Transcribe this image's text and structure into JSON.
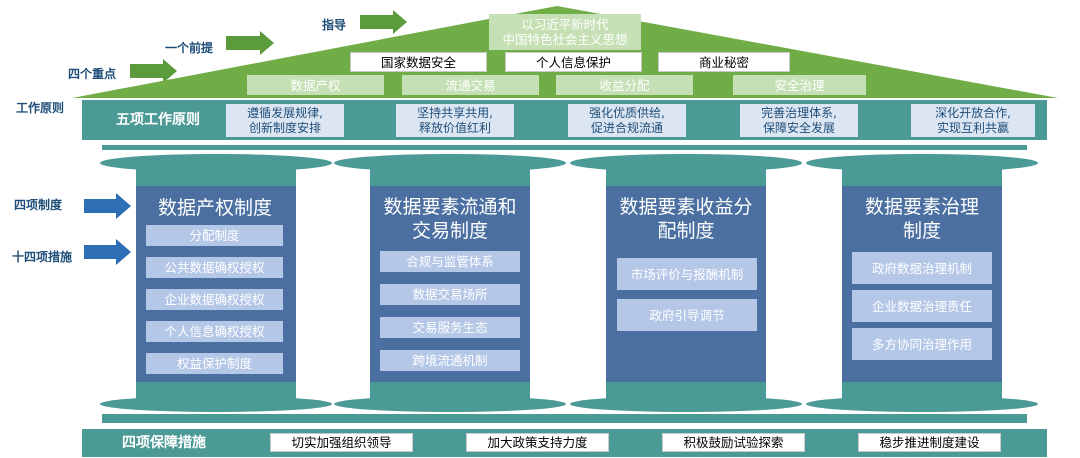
{
  "side_labels": {
    "guide": "指导",
    "premise": "一个前提",
    "focus": "四个重点",
    "principle": "工作原则",
    "systems": "四项制度",
    "measures": "十四项措施"
  },
  "roof": {
    "guide_text": "以习近平新时代\n中国特色社会主义思想",
    "premise_items": [
      "国家数据安全",
      "个人信息保护",
      "商业秘密"
    ],
    "focus_items": [
      "数据产权",
      "流通交易",
      "收益分配",
      "安全治理"
    ]
  },
  "principles": {
    "label": "五项工作原则",
    "items": [
      "遵循发展规律,\n创新制度安排",
      "坚持共享共用,\n释放价值红利",
      "强化优质供给,\n促进合规流通",
      "完善治理体系,\n保障安全发展",
      "深化开放合作,\n实现互利共赢"
    ]
  },
  "pillars": [
    {
      "title": "数据产权制度",
      "items": [
        "分配制度",
        "公共数据确权授权",
        "企业数据确权授权",
        "个人信息确权授权",
        "权益保护制度"
      ]
    },
    {
      "title": "数据要素流通和\n交易制度",
      "items": [
        "合规与监管体系",
        "数据交易场所",
        "交易服务生态",
        "跨境流通机制"
      ]
    },
    {
      "title": "数据要素收益分\n配制度",
      "items": [
        "市场评价与报酬机制",
        "政府引导调节"
      ]
    },
    {
      "title": "数据要素治理\n制度",
      "items": [
        "政府数据治理机制",
        "企业数据治理责任",
        "多方协同治理作用"
      ]
    }
  ],
  "guarantee": {
    "label": "四项保障措施",
    "items": [
      "切实加强组织领导",
      "加大政策支持力度",
      "积极鼓励试验探索",
      "稳步推进制度建设"
    ]
  },
  "colors": {
    "roof_green": "#70ad47",
    "teal": "#4c9a96",
    "pillar_blue": "#4a6fa0",
    "arrow_green": "#5b9b3c",
    "arrow_blue": "#2e6eb5",
    "label_blue": "#1f4e79"
  }
}
